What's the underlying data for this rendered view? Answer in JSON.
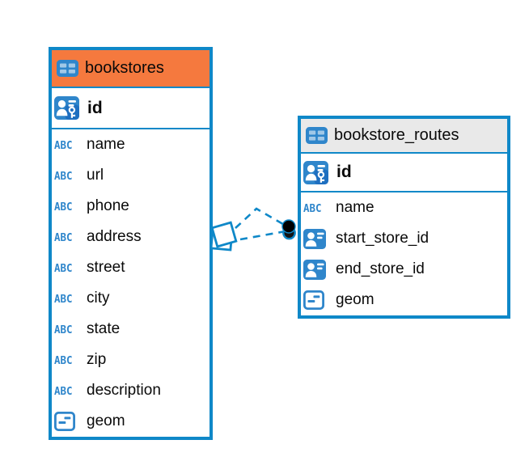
{
  "colors": {
    "table_border": "#0F88C8",
    "accent_blue": "#2F86CB",
    "header_orange": "#F5793E",
    "header_gray": "#E9E9E9",
    "connector_blue": "#0F88C8",
    "text": "#0A0A0A"
  },
  "icons": {
    "text_type_glyph": "ABC"
  },
  "tables": [
    {
      "name": "bookstores",
      "header_style": "orange",
      "primary_key": "id",
      "columns": [
        {
          "name": "name",
          "icon": "text-type-icon"
        },
        {
          "name": "url",
          "icon": "text-type-icon"
        },
        {
          "name": "phone",
          "icon": "text-type-icon"
        },
        {
          "name": "address",
          "icon": "text-type-icon"
        },
        {
          "name": "street",
          "icon": "text-type-icon"
        },
        {
          "name": "city",
          "icon": "text-type-icon"
        },
        {
          "name": "state",
          "icon": "text-type-icon"
        },
        {
          "name": "zip",
          "icon": "text-type-icon"
        },
        {
          "name": "description",
          "icon": "text-type-icon"
        },
        {
          "name": "geom",
          "icon": "geometry-type-icon"
        }
      ]
    },
    {
      "name": "bookstore_routes",
      "header_style": "gray",
      "primary_key": "id",
      "columns": [
        {
          "name": "name",
          "icon": "text-type-icon"
        },
        {
          "name": "start_store_id",
          "icon": "foreign-key-icon"
        },
        {
          "name": "end_store_id",
          "icon": "foreign-key-icon"
        },
        {
          "name": "geom",
          "icon": "geometry-type-icon"
        }
      ]
    }
  ],
  "relationship": {
    "from_table": "bookstores",
    "to_table": "bookstore_routes",
    "line_style": "dashed",
    "line_count": 2,
    "source_marker": "diamond-marker",
    "target_marker": "dot-marker"
  }
}
